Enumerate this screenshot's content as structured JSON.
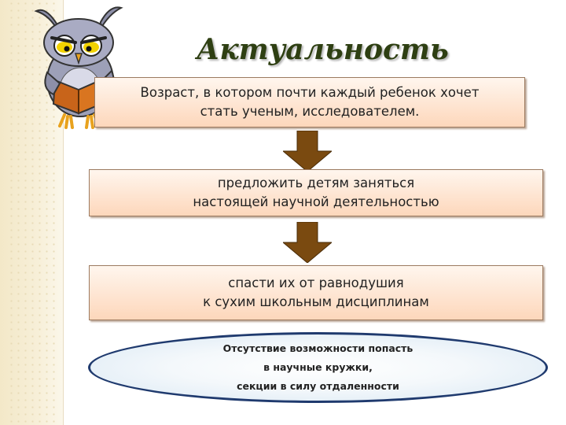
{
  "slide": {
    "title": "Актуальность",
    "box1": {
      "line1": "Возраст, в котором почти каждый ребенок хочет",
      "line2": "стать ученым, исследователем."
    },
    "box2": {
      "line1": "предложить детям заняться",
      "line2": "настоящей научной деятельностью"
    },
    "box3": {
      "line1": "спасти их от равнодушия",
      "line2": "к сухим школьным дисциплинам"
    },
    "ellipse": {
      "line1": "Отсутствие возможности попасть",
      "line2": "в научные кружки,",
      "line3": "секции в силу отдаленности"
    }
  },
  "icons": {
    "owl": "owl-reading-book-icon",
    "arrow": "down-arrow-icon"
  },
  "colors": {
    "title": "#2e3f12",
    "box_fill_top": "#fff6ee",
    "box_fill_bottom": "#fdd7bb",
    "arrow": "#7a4a10",
    "ellipse_border": "#1f3a6e"
  }
}
